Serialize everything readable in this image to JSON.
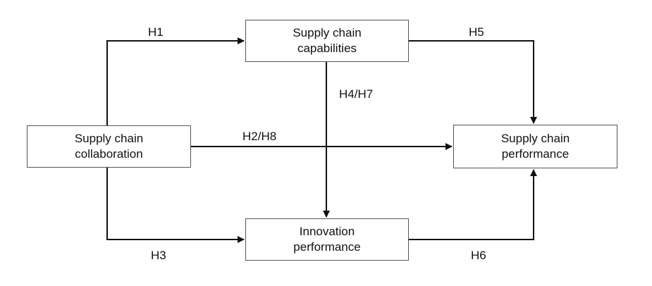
{
  "diagram": {
    "nodes": {
      "collaboration": {
        "line1": "Supply chain",
        "line2": "collaboration"
      },
      "capabilities": {
        "line1": "Supply chain",
        "line2": "capabilities"
      },
      "innovation": {
        "line1": "Innovation",
        "line2": "performance"
      },
      "performance": {
        "line1": "Supply chain",
        "line2": "performance"
      }
    },
    "hypotheses": {
      "h1": "H1",
      "h2_h8": "H2/H8",
      "h3": "H3",
      "h4_h7": "H4/H7",
      "h5": "H5",
      "h6": "H6"
    },
    "edges": [
      {
        "from": "collaboration",
        "to": "capabilities",
        "label": "H1"
      },
      {
        "from": "collaboration",
        "to": "performance",
        "label": "H2/H8"
      },
      {
        "from": "collaboration",
        "to": "innovation",
        "label": "H3"
      },
      {
        "from": "capabilities",
        "to": "innovation",
        "label": "H4/H7"
      },
      {
        "from": "capabilities",
        "to": "performance",
        "label": "H5"
      },
      {
        "from": "innovation",
        "to": "performance",
        "label": "H6"
      }
    ]
  }
}
